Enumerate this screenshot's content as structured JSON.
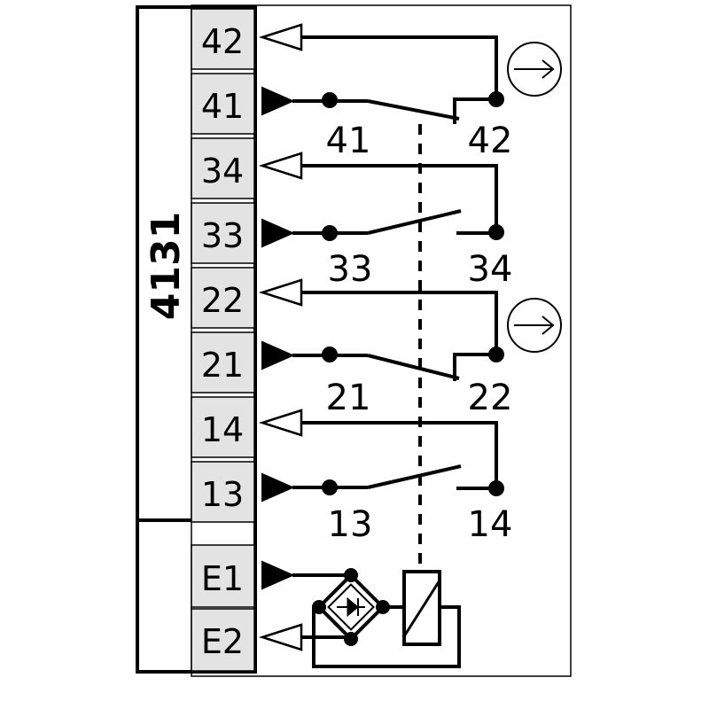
{
  "module_number": "4131",
  "terminals": [
    {
      "id": "42",
      "label": "42",
      "arrow": "open"
    },
    {
      "id": "41",
      "label": "41",
      "arrow": "filled"
    },
    {
      "id": "34",
      "label": "34",
      "arrow": "open"
    },
    {
      "id": "33",
      "label": "33",
      "arrow": "filled"
    },
    {
      "id": "22",
      "label": "22",
      "arrow": "open"
    },
    {
      "id": "21",
      "label": "21",
      "arrow": "filled"
    },
    {
      "id": "14",
      "label": "14",
      "arrow": "open"
    },
    {
      "id": "13",
      "label": "13",
      "arrow": "filled"
    },
    {
      "id": "E1",
      "label": "E1",
      "arrow": "filled"
    },
    {
      "id": "E2",
      "label": "E2",
      "arrow": "open"
    }
  ],
  "contacts": [
    {
      "id": "41-42",
      "type": "NC",
      "delayed": true,
      "left_label": "41",
      "right_label": "42"
    },
    {
      "id": "33-34",
      "type": "NO",
      "delayed": false,
      "left_label": "33",
      "right_label": "34"
    },
    {
      "id": "21-22",
      "type": "NC",
      "delayed": true,
      "left_label": "21",
      "right_label": "22"
    },
    {
      "id": "13-14",
      "type": "NO",
      "delayed": false,
      "left_label": "13",
      "right_label": "14"
    }
  ],
  "icons": {
    "delay": "time-delay-arrow-icon",
    "rectifier": "bridge-rectifier-icon",
    "coil": "relay-coil-icon"
  }
}
